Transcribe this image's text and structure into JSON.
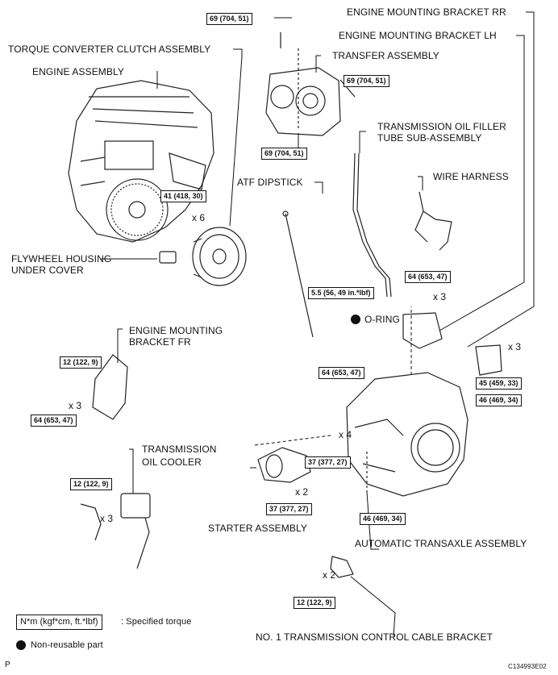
{
  "labels": {
    "torque_converter": "TORQUE CONVERTER CLUTCH ASSEMBLY",
    "engine_assembly": "ENGINE ASSEMBLY",
    "transfer_assembly": "TRANSFER ASSEMBLY",
    "engine_mounting_bracket_rr": "ENGINE MOUNTING BRACKET RR",
    "engine_mounting_bracket_lh": "ENGINE MOUNTING BRACKET LH",
    "oil_filler_tube_1": "TRANSMISSION OIL FILLER",
    "oil_filler_tube_2": "TUBE SUB-ASSEMBLY",
    "wire_harness": "WIRE HARNESS",
    "atf_dipstick": "ATF DIPSTICK",
    "flywheel_cover_1": "FLYWHEEL HOUSING",
    "flywheel_cover_2": "UNDER COVER",
    "o_ring": "O-RING",
    "engine_mounting_bracket_fr_1": "ENGINE MOUNTING",
    "engine_mounting_bracket_fr_2": "BRACKET FR",
    "transmission_oil_cooler_1": "TRANSMISSION",
    "transmission_oil_cooler_2": "OIL COOLER",
    "starter_assembly": "STARTER ASSEMBLY",
    "automatic_transaxle": "AUTOMATIC TRANSAXLE ASSEMBLY",
    "control_cable_bracket": "NO. 1 TRANSMISSION CONTROL CABLE BRACKET"
  },
  "torques": {
    "t_transfer_top": "69 (704, 51)",
    "t_transfer_right": "69 (704, 51)",
    "t_transfer_bottom": "69 (704, 51)",
    "t_torque_converter": "41 (418, 30)",
    "t_filler_tube": "5.5 (56, 49 in.*lbf)",
    "t_mount_lh": "64 (653, 47)",
    "t_mount_rr": "45 (459, 33)",
    "t_transaxle_top": "64 (653, 47)",
    "t_transaxle_right": "46 (469, 34)",
    "t_fr_top": "12 (122, 9)",
    "t_fr_bottom": "64 (653, 47)",
    "t_cooler": "12 (122, 9)",
    "t_starter_side": "37 (377, 27)",
    "t_starter_bottom": "37 (377, 27)",
    "t_transaxle_bottom": "46 (469, 34)",
    "t_cable_bracket": "12 (122, 9)"
  },
  "quantities": {
    "q_converter": "x 6",
    "q_mount_lh": "x 3",
    "q_mount_rr": "x 3",
    "q_fr": "x 3",
    "q_cooler": "x 3",
    "q_starter": "x 2",
    "q_transaxle": "x 4",
    "q_cable": "x 2"
  },
  "legend": {
    "torque_unit": "N*m (kgf*cm, ft.*lbf)",
    "torque_desc": ": Specified torque",
    "nonreusable": "Non-reusable part"
  },
  "footer": {
    "page_code": "P",
    "figure_id": "C134993E02"
  }
}
